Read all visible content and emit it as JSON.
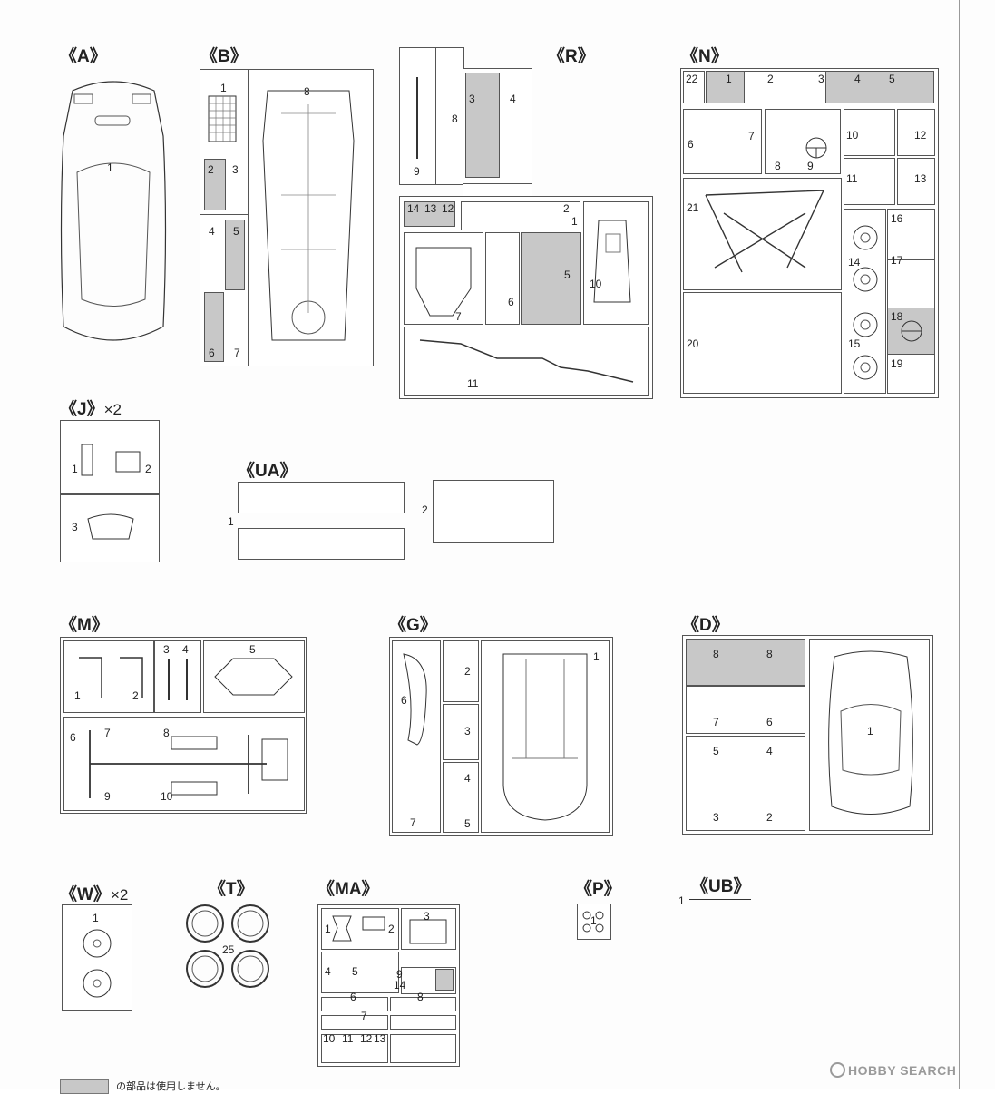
{
  "sections": {
    "A": {
      "label": "《A》",
      "parts": [
        "1"
      ]
    },
    "B": {
      "label": "《B》",
      "parts": [
        "1",
        "2",
        "3",
        "4",
        "5",
        "6",
        "7",
        "8"
      ]
    },
    "R": {
      "label": "《R》",
      "parts": [
        "9",
        "8",
        "3",
        "4",
        "14",
        "13",
        "12",
        "2",
        "1",
        "7",
        "6",
        "5",
        "10",
        "11"
      ]
    },
    "N": {
      "label": "《N》",
      "parts": [
        "22",
        "1",
        "2",
        "3",
        "4",
        "5",
        "6",
        "7",
        "8",
        "9",
        "10",
        "12",
        "11",
        "13",
        "21",
        "16",
        "14",
        "17",
        "18",
        "15",
        "20",
        "19"
      ]
    },
    "J": {
      "label": "《J》",
      "multiplier": "×2",
      "parts": [
        "1",
        "2",
        "3"
      ]
    },
    "UA": {
      "label": "《UA》",
      "parts": [
        "1",
        "2"
      ]
    },
    "M": {
      "label": "《M》",
      "parts": [
        "3",
        "4",
        "5",
        "1",
        "2",
        "6",
        "7",
        "8",
        "9",
        "10"
      ]
    },
    "G": {
      "label": "《G》",
      "parts": [
        "1",
        "2",
        "3",
        "4",
        "5",
        "6",
        "7"
      ]
    },
    "D": {
      "label": "《D》",
      "parts": [
        "8",
        "8",
        "7",
        "6",
        "1",
        "5",
        "4",
        "3",
        "2"
      ]
    },
    "W": {
      "label": "《W》",
      "multiplier": "×2",
      "parts": [
        "1"
      ]
    },
    "T": {
      "label": "《T》",
      "parts": [
        "25"
      ]
    },
    "MA": {
      "label": "《MA》",
      "parts": [
        "1",
        "2",
        "3",
        "4",
        "5",
        "9",
        "14",
        "6",
        "8",
        "7",
        "10",
        "11",
        "12",
        "13"
      ]
    },
    "P": {
      "label": "《P》",
      "parts": [
        "1"
      ]
    },
    "UB": {
      "label": "《UB》",
      "parts": [
        "1"
      ]
    }
  },
  "legend": {
    "text": "の部品は使用しません。",
    "swatch_color": "#c8c8c8"
  },
  "watermark": {
    "text": "HOBBY SEARCH"
  }
}
